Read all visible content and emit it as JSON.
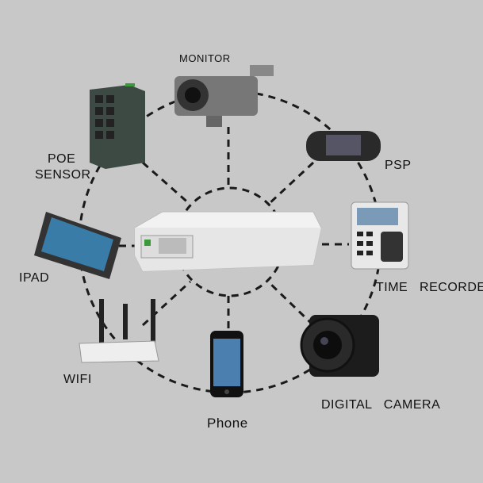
{
  "title": "Mini DC UPS connection diagram",
  "labels": {
    "monitor": "MONITOR",
    "poe_sensor_line1": "POE",
    "poe_sensor_line2": "SENSOR",
    "psp": "PSP",
    "ipad": "IPAD",
    "time_recorder": "TIME   RECORDER",
    "wifi": "WIFI",
    "phone": "Phone",
    "digital_camera": "DIGITAL   CAMERA"
  },
  "colors": {
    "background": "#c8c8c8",
    "dash": "#1a1a1a"
  }
}
